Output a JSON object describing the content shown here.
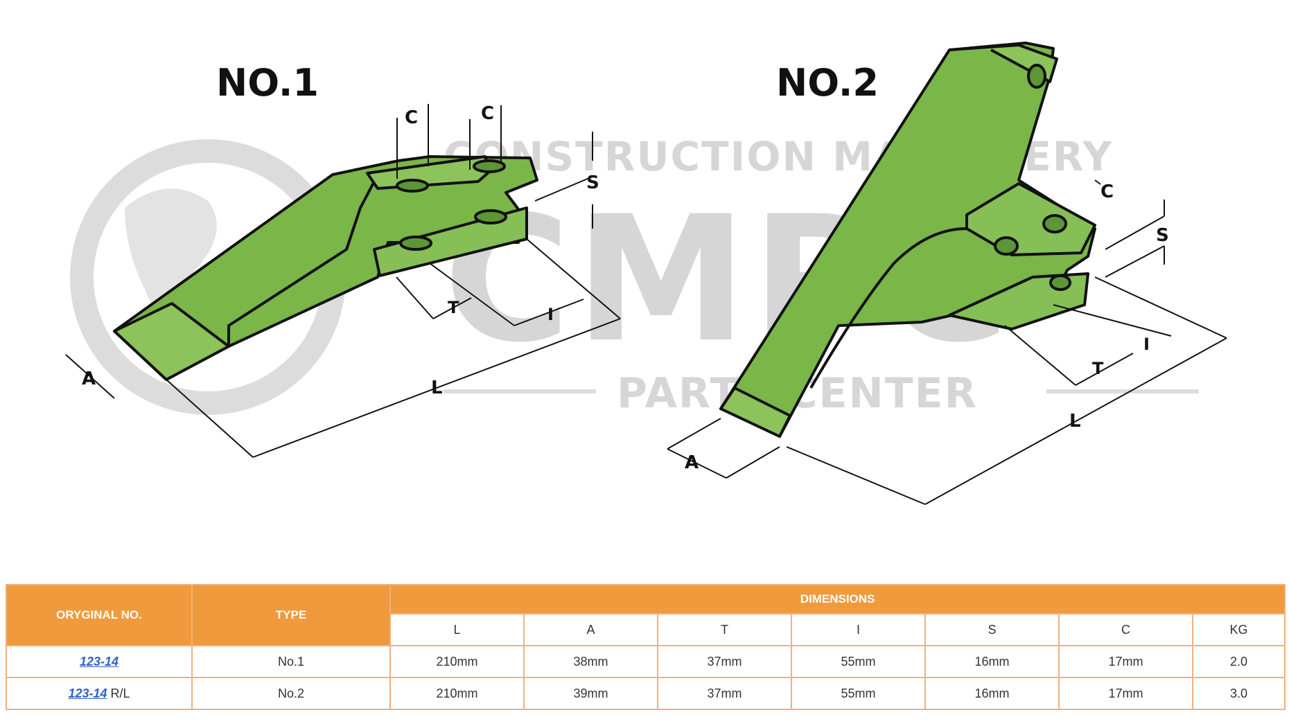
{
  "watermark": {
    "line1": "CONSTRUCTION MACHINERY",
    "logo": "CMPC",
    "line2": "PARTS CENTER"
  },
  "figures": [
    {
      "title": "NO.1",
      "labels": {
        "A": "A",
        "L": "L",
        "T": "T",
        "I": "I",
        "S": "S",
        "C": "C"
      }
    },
    {
      "title": "NO.2",
      "labels": {
        "A": "A",
        "L": "L",
        "T": "T",
        "I": "I",
        "S": "S",
        "C": "C"
      }
    }
  ],
  "table": {
    "headers": {
      "original_no": "ORYGINAL NO.",
      "type": "TYPE",
      "dimensions": "DIMENSIONS"
    },
    "dim_columns": [
      "L",
      "A",
      "T",
      "I",
      "S",
      "C",
      "KG"
    ],
    "rows": [
      {
        "part": "123-14",
        "suffix": "",
        "type": "No.1",
        "values": [
          "210mm",
          "38mm",
          "37mm",
          "55mm",
          "16mm",
          "17mm",
          "2.0"
        ]
      },
      {
        "part": "123-14",
        "suffix": " R/L",
        "type": "No.2",
        "values": [
          "210mm",
          "39mm",
          "37mm",
          "55mm",
          "16mm",
          "17mm",
          "3.0"
        ]
      }
    ]
  },
  "colors": {
    "accent": "#ef9a3c",
    "part_green": "#7ab648",
    "link": "#2f5fd0"
  }
}
